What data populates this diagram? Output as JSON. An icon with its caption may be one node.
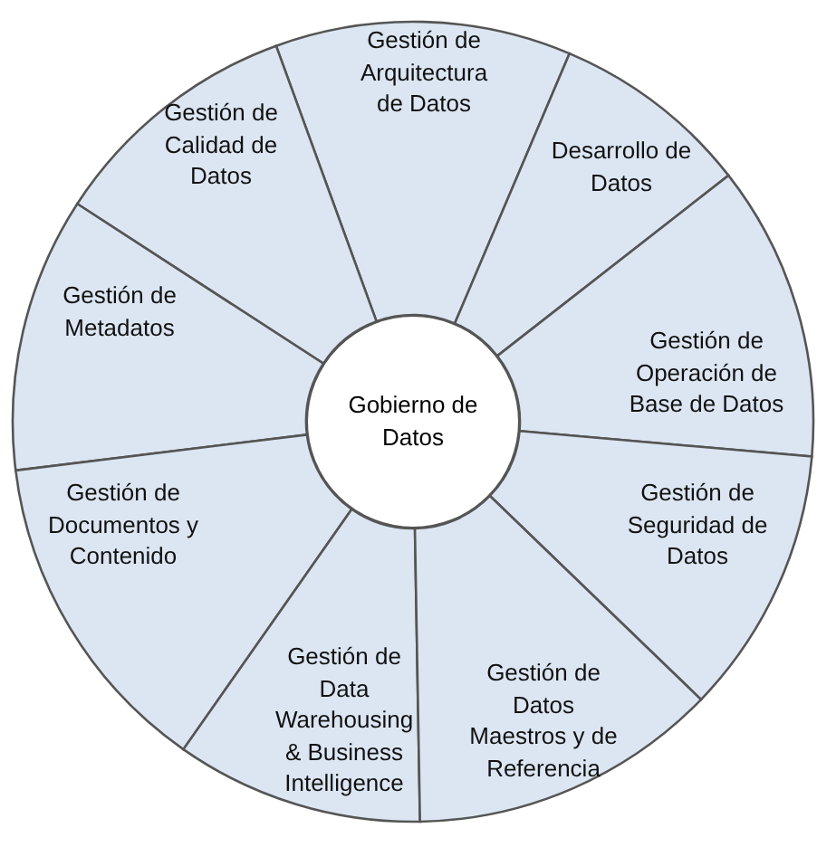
{
  "diagram": {
    "nodes": [
      {
        "text": [
          "Gestión de Arquitectura de Datos"
        ]
      },
      {
        "text": [
          "Gestión de Calidad de Datos"
        ]
      },
      {
        "text": [
          "Desarrollo de Datos"
        ]
      },
      {
        "text": [
          "Gestión de Metadatos"
        ]
      },
      {
        "text": [
          "Gobierno de Datos"
        ]
      },
      {
        "text": [
          "Gestión de Operación de Base de Datos"
        ]
      },
      {
        "text": [
          "Gestión de Documentos y Contenido"
        ]
      },
      {
        "text": [
          "Gestión de Seguridad de Datos"
        ]
      },
      {
        "text": [
          "Gestión de Data Warehousing & Business Intelligence"
        ]
      },
      {
        "text": [
          "Gestión de Datos Maestros y de Referencia"
        ]
      }
    ]
  }
}
